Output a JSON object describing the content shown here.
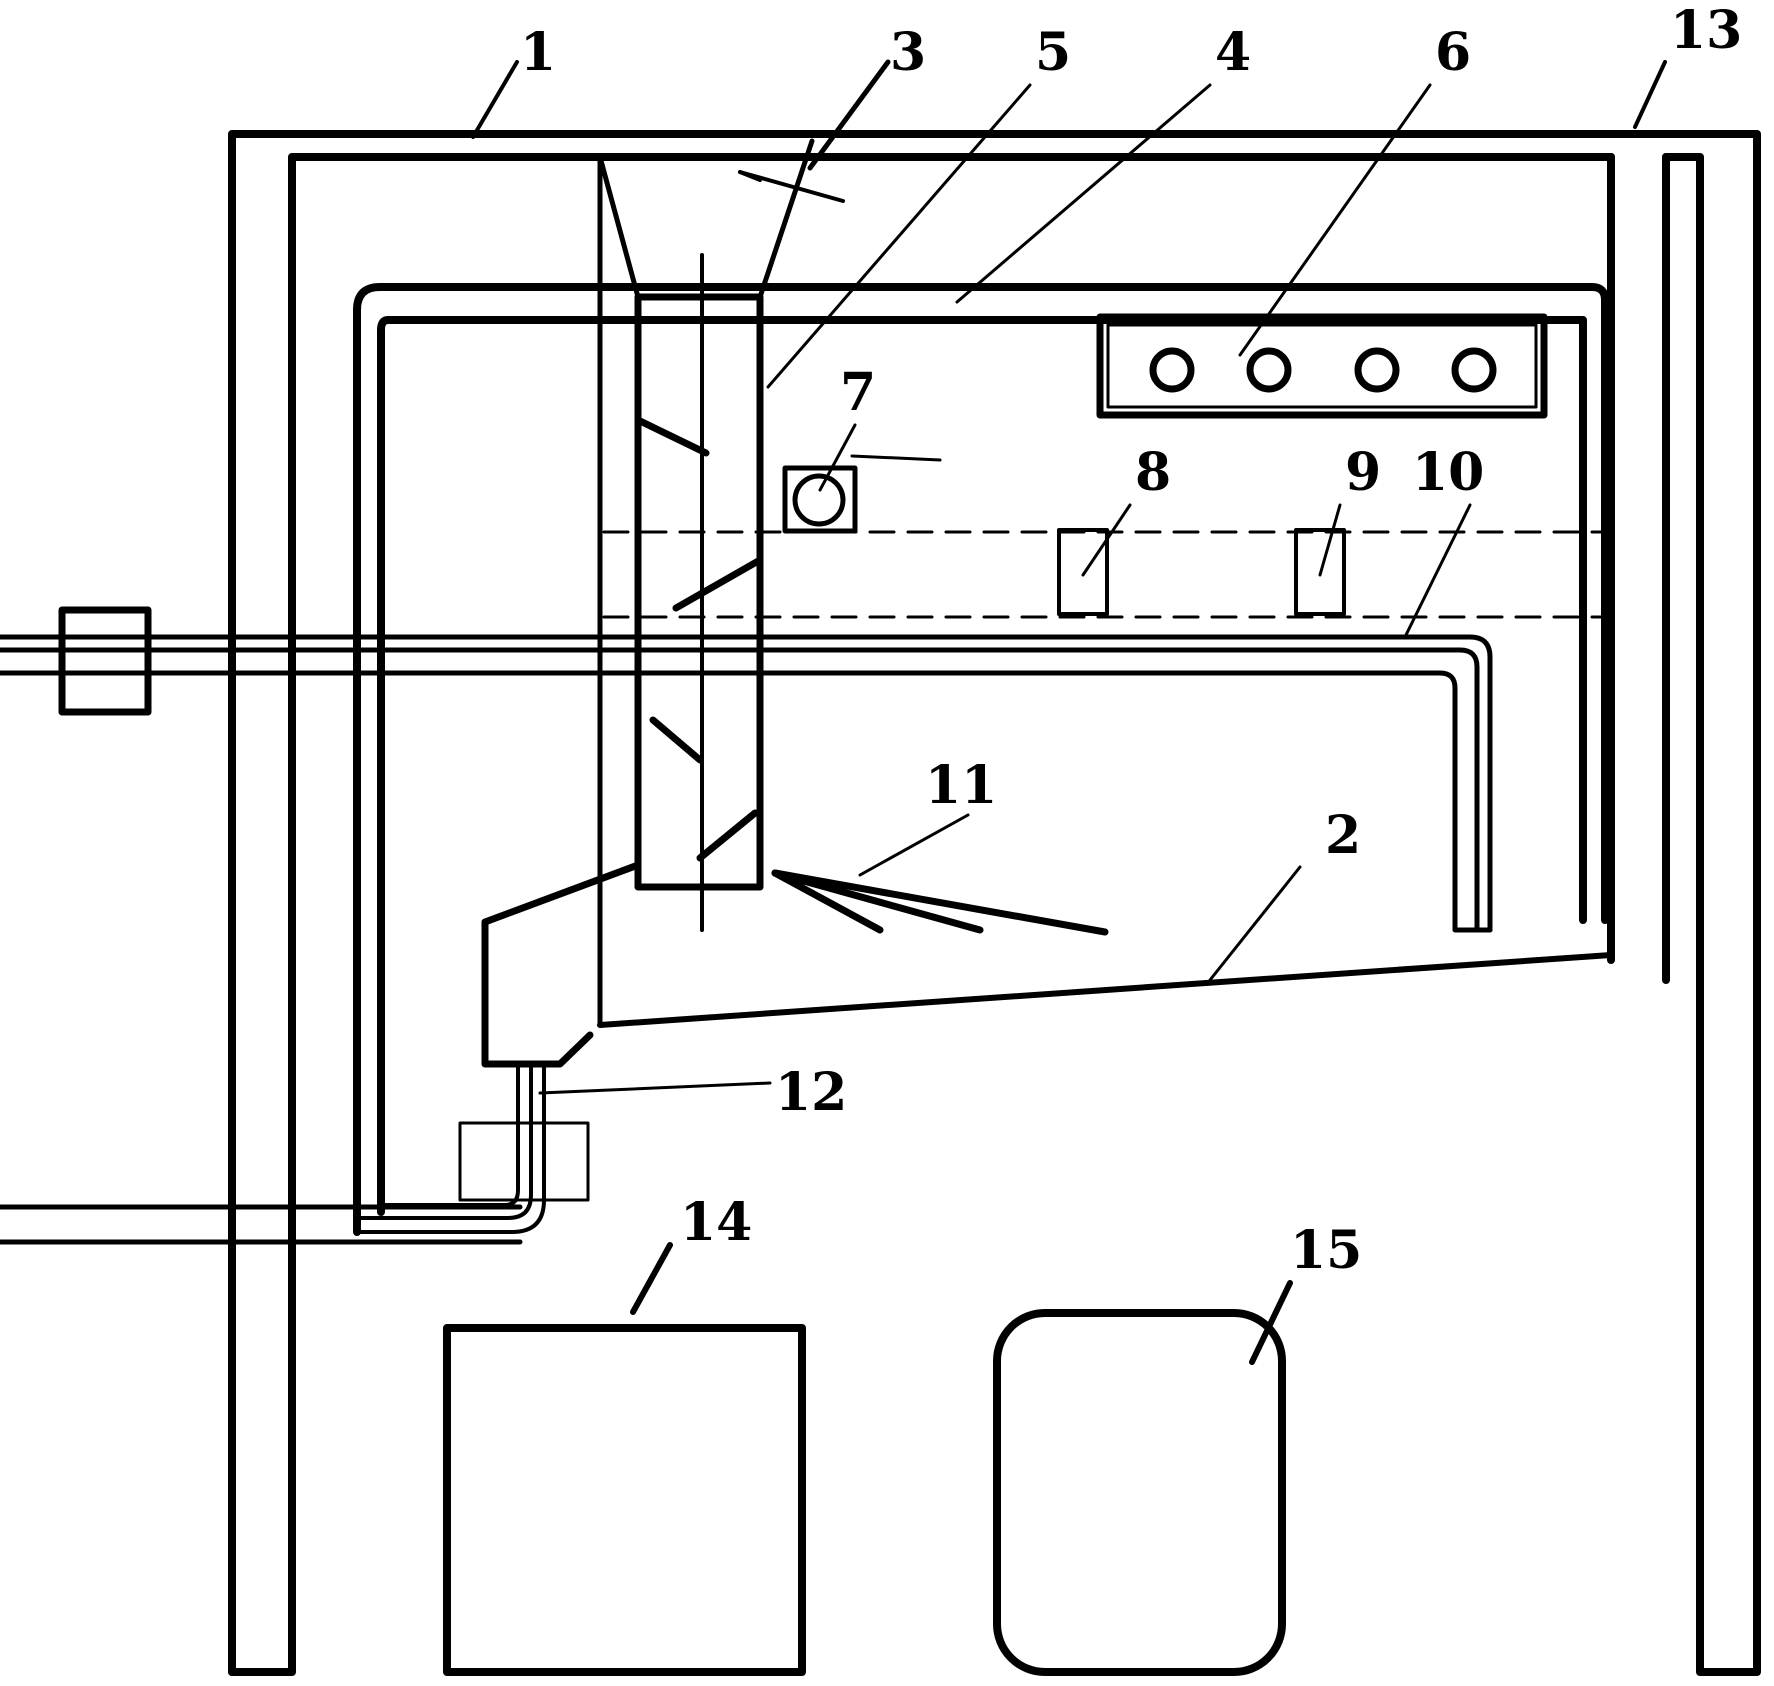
{
  "diagram": {
    "labels": {
      "l1": "1",
      "l2": "2",
      "l3": "3",
      "l4": "4",
      "l5": "5",
      "l6": "6",
      "l7": "7",
      "l8": "8",
      "l9": "9",
      "l10": "10",
      "l11": "11",
      "l12": "12",
      "l13": "13",
      "l14": "14",
      "l15": "15"
    },
    "colors": {
      "ink": "#000000",
      "paper": "#ffffff"
    }
  }
}
